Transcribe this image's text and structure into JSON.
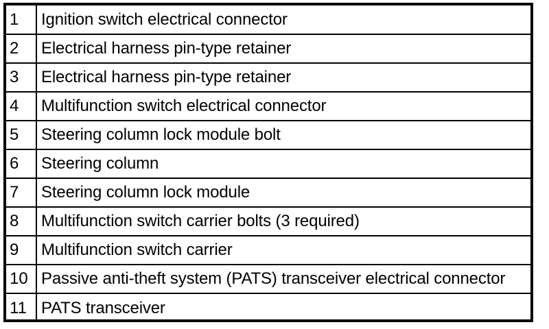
{
  "figure": {
    "type": "callout-legend-table",
    "title": "",
    "colors": {
      "background": "#ffffff",
      "border": "#000000",
      "text": "#000000"
    },
    "columns": [
      "index",
      "description"
    ],
    "rows": [
      {
        "index": "1",
        "description": "Ignition switch electrical connector"
      },
      {
        "index": "2",
        "description": "Electrical harness pin-type retainer"
      },
      {
        "index": "3",
        "description": "Electrical harness pin-type retainer"
      },
      {
        "index": "4",
        "description": "Multifunction switch electrical connector"
      },
      {
        "index": "5",
        "description": "Steering column lock module bolt"
      },
      {
        "index": "6",
        "description": "Steering column"
      },
      {
        "index": "7",
        "description": "Steering column lock module"
      },
      {
        "index": "8",
        "description": "Multifunction switch carrier bolts (3 required)"
      },
      {
        "index": "9",
        "description": "Multifunction switch carrier"
      },
      {
        "index": "10",
        "description": "Passive anti-theft system (PATS) transceiver electrical connector"
      },
      {
        "index": "11",
        "description": "PATS transceiver"
      }
    ]
  }
}
